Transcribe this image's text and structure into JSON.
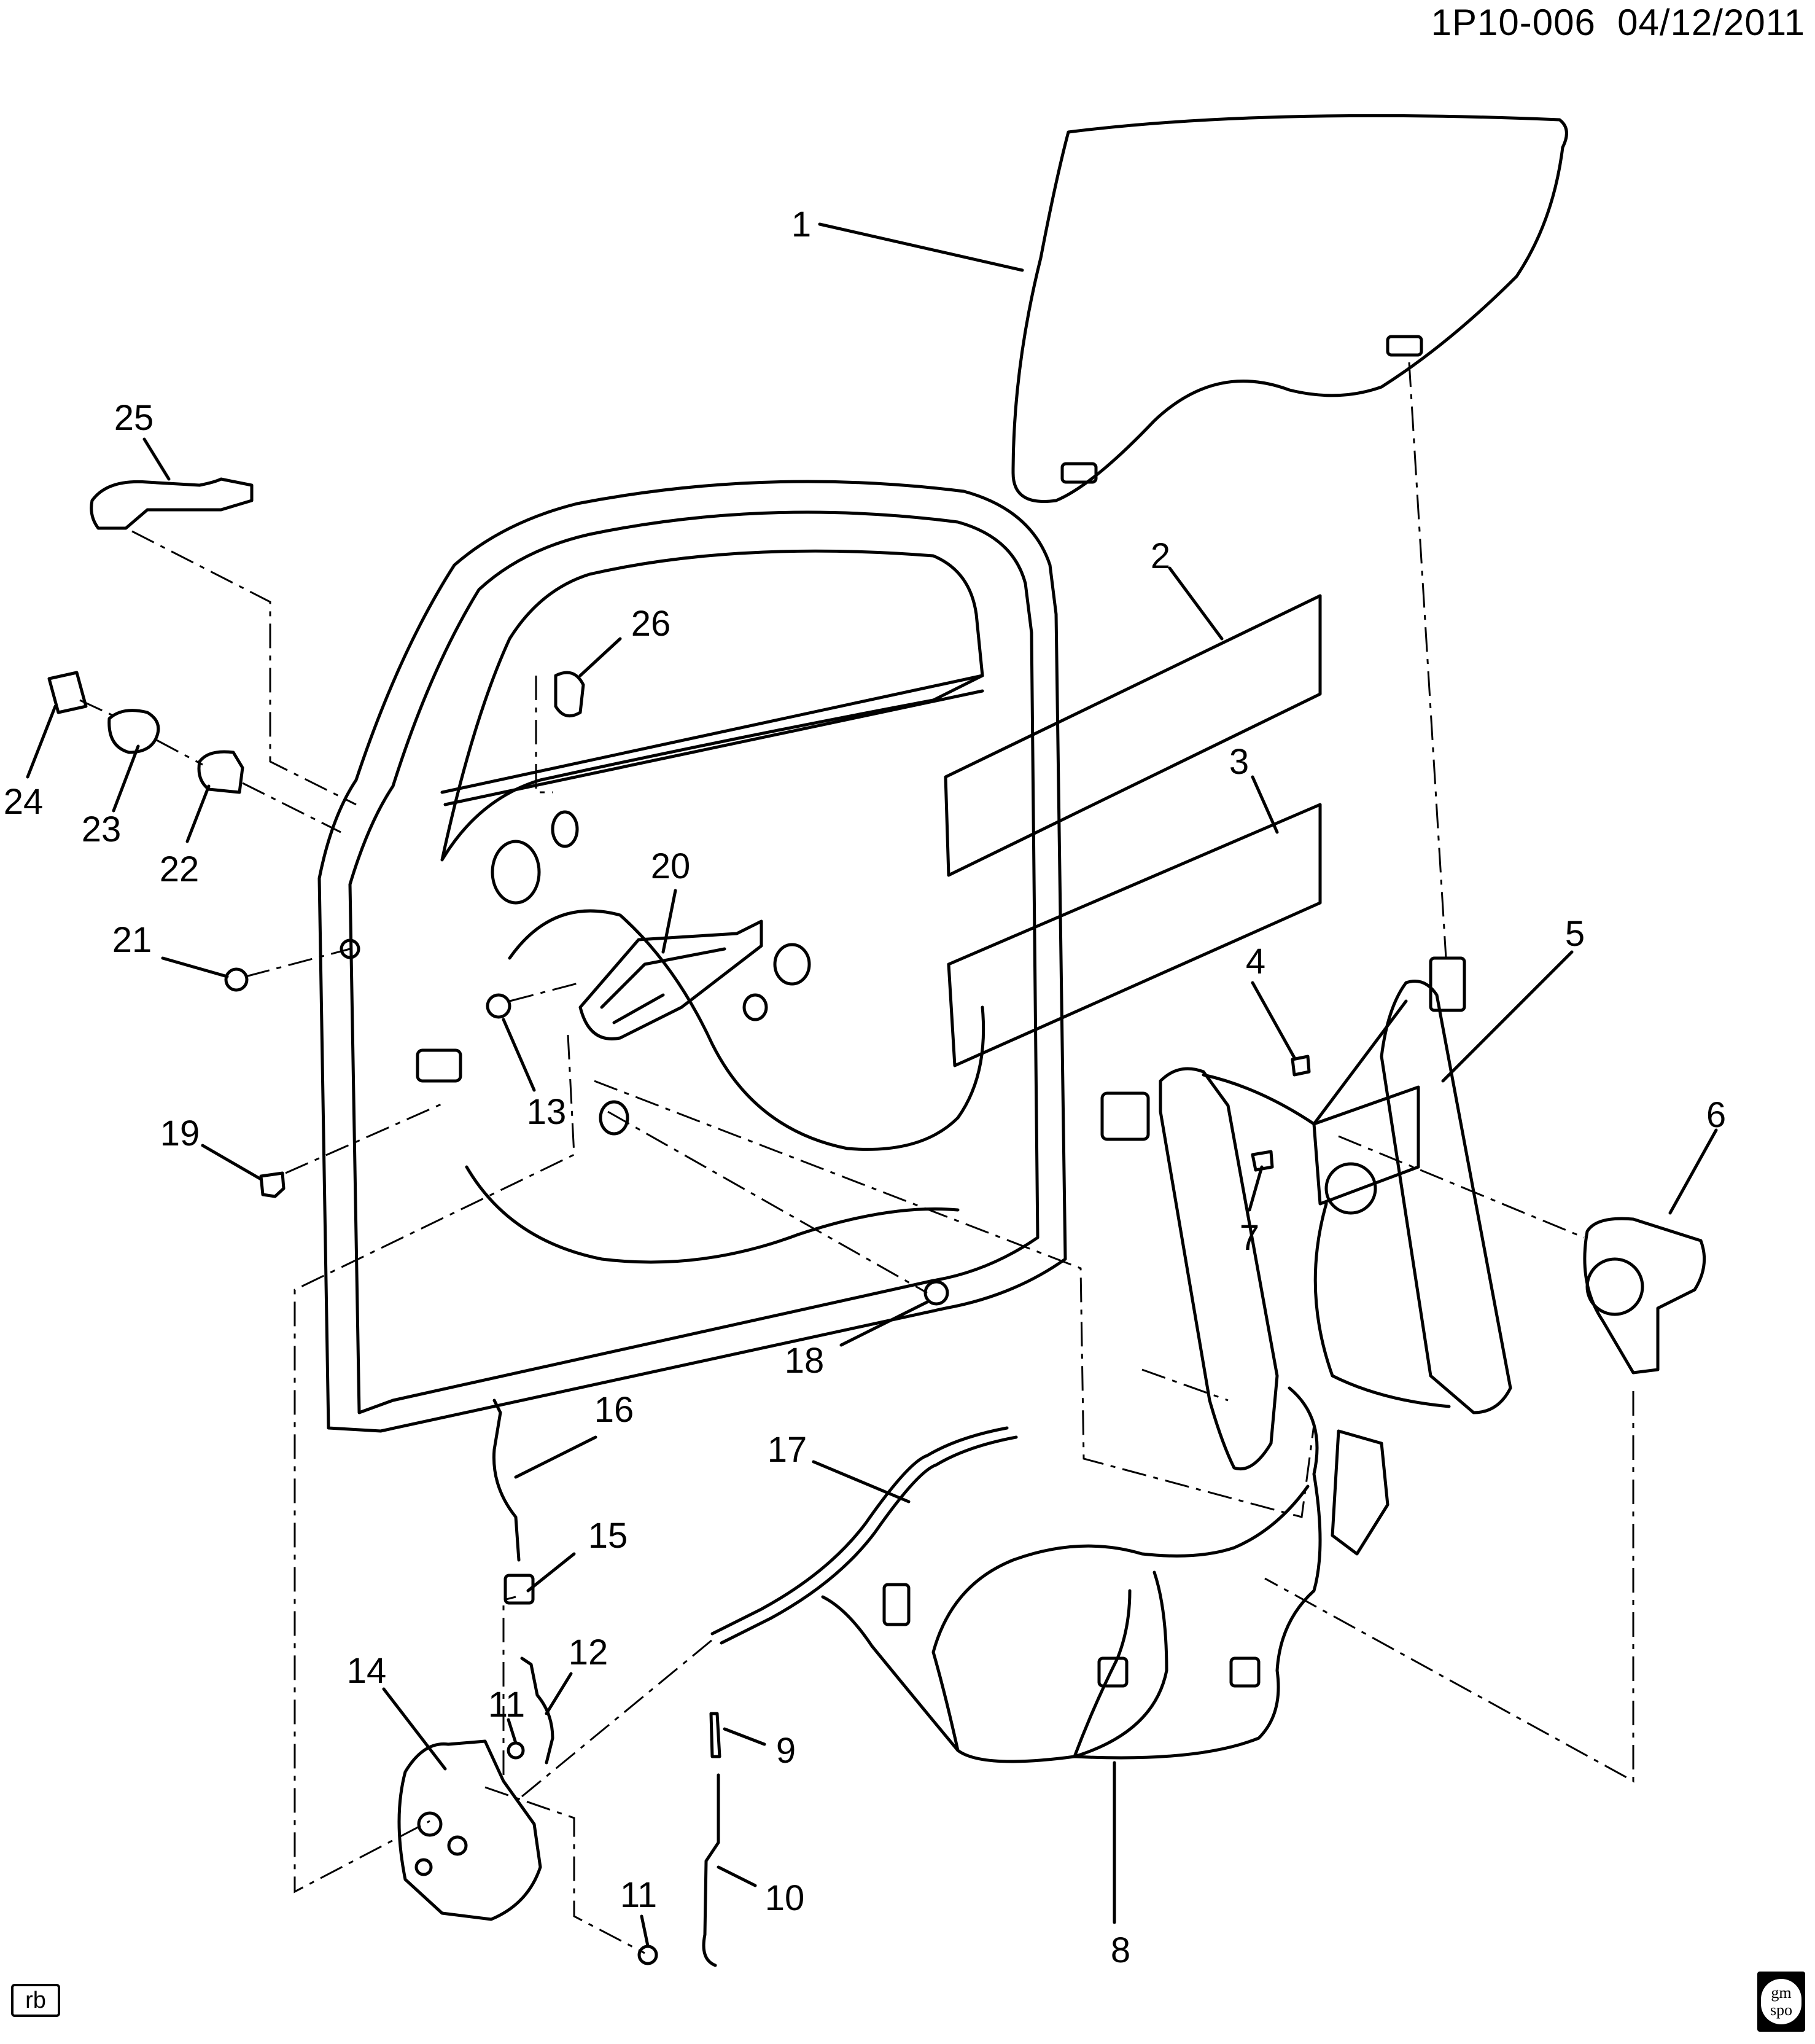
{
  "header": {
    "code": "1P10-006",
    "date": "04/12/2011"
  },
  "artist_initials": "rb",
  "logo": {
    "line1": "gm",
    "line2": "spo"
  },
  "callouts": [
    "1",
    "2",
    "3",
    "4",
    "5",
    "6",
    "7",
    "8",
    "9",
    "10",
    "11",
    "11",
    "12",
    "13",
    "14",
    "15",
    "16",
    "17",
    "18",
    "19",
    "20",
    "21",
    "22",
    "23",
    "24",
    "25",
    "26"
  ]
}
